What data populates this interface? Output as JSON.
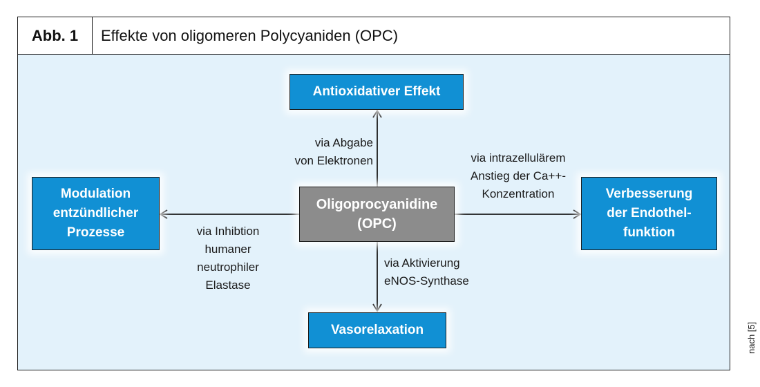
{
  "figure": {
    "label": "Abb. 1",
    "title": "Effekte von oligomeren Polycyaniden (OPC)"
  },
  "nodes": {
    "center": "Oligoprocyanidine\n(OPC)",
    "top": "Antioxidativer Effekt",
    "left": "Modulation\nentzündlicher\nProzesse",
    "right": "Verbesserung\nder Endothel-\nfunktion",
    "bottom": "Vasorelaxation"
  },
  "edges": {
    "top": "via Abgabe\nvon Elektronen",
    "right": "via intrazellulärem\nAnstieg der Ca++-\nKonzentration",
    "left": "via Inhibtion\nhumaner\nneutrophiler\nElastase",
    "bottom": "via Aktivierung\neNOS-Synthase"
  },
  "credit": "nach [5]",
  "colors": {
    "box": "#1190d4",
    "center_box": "#8c8c8c",
    "panel": "#e3f2fb"
  }
}
